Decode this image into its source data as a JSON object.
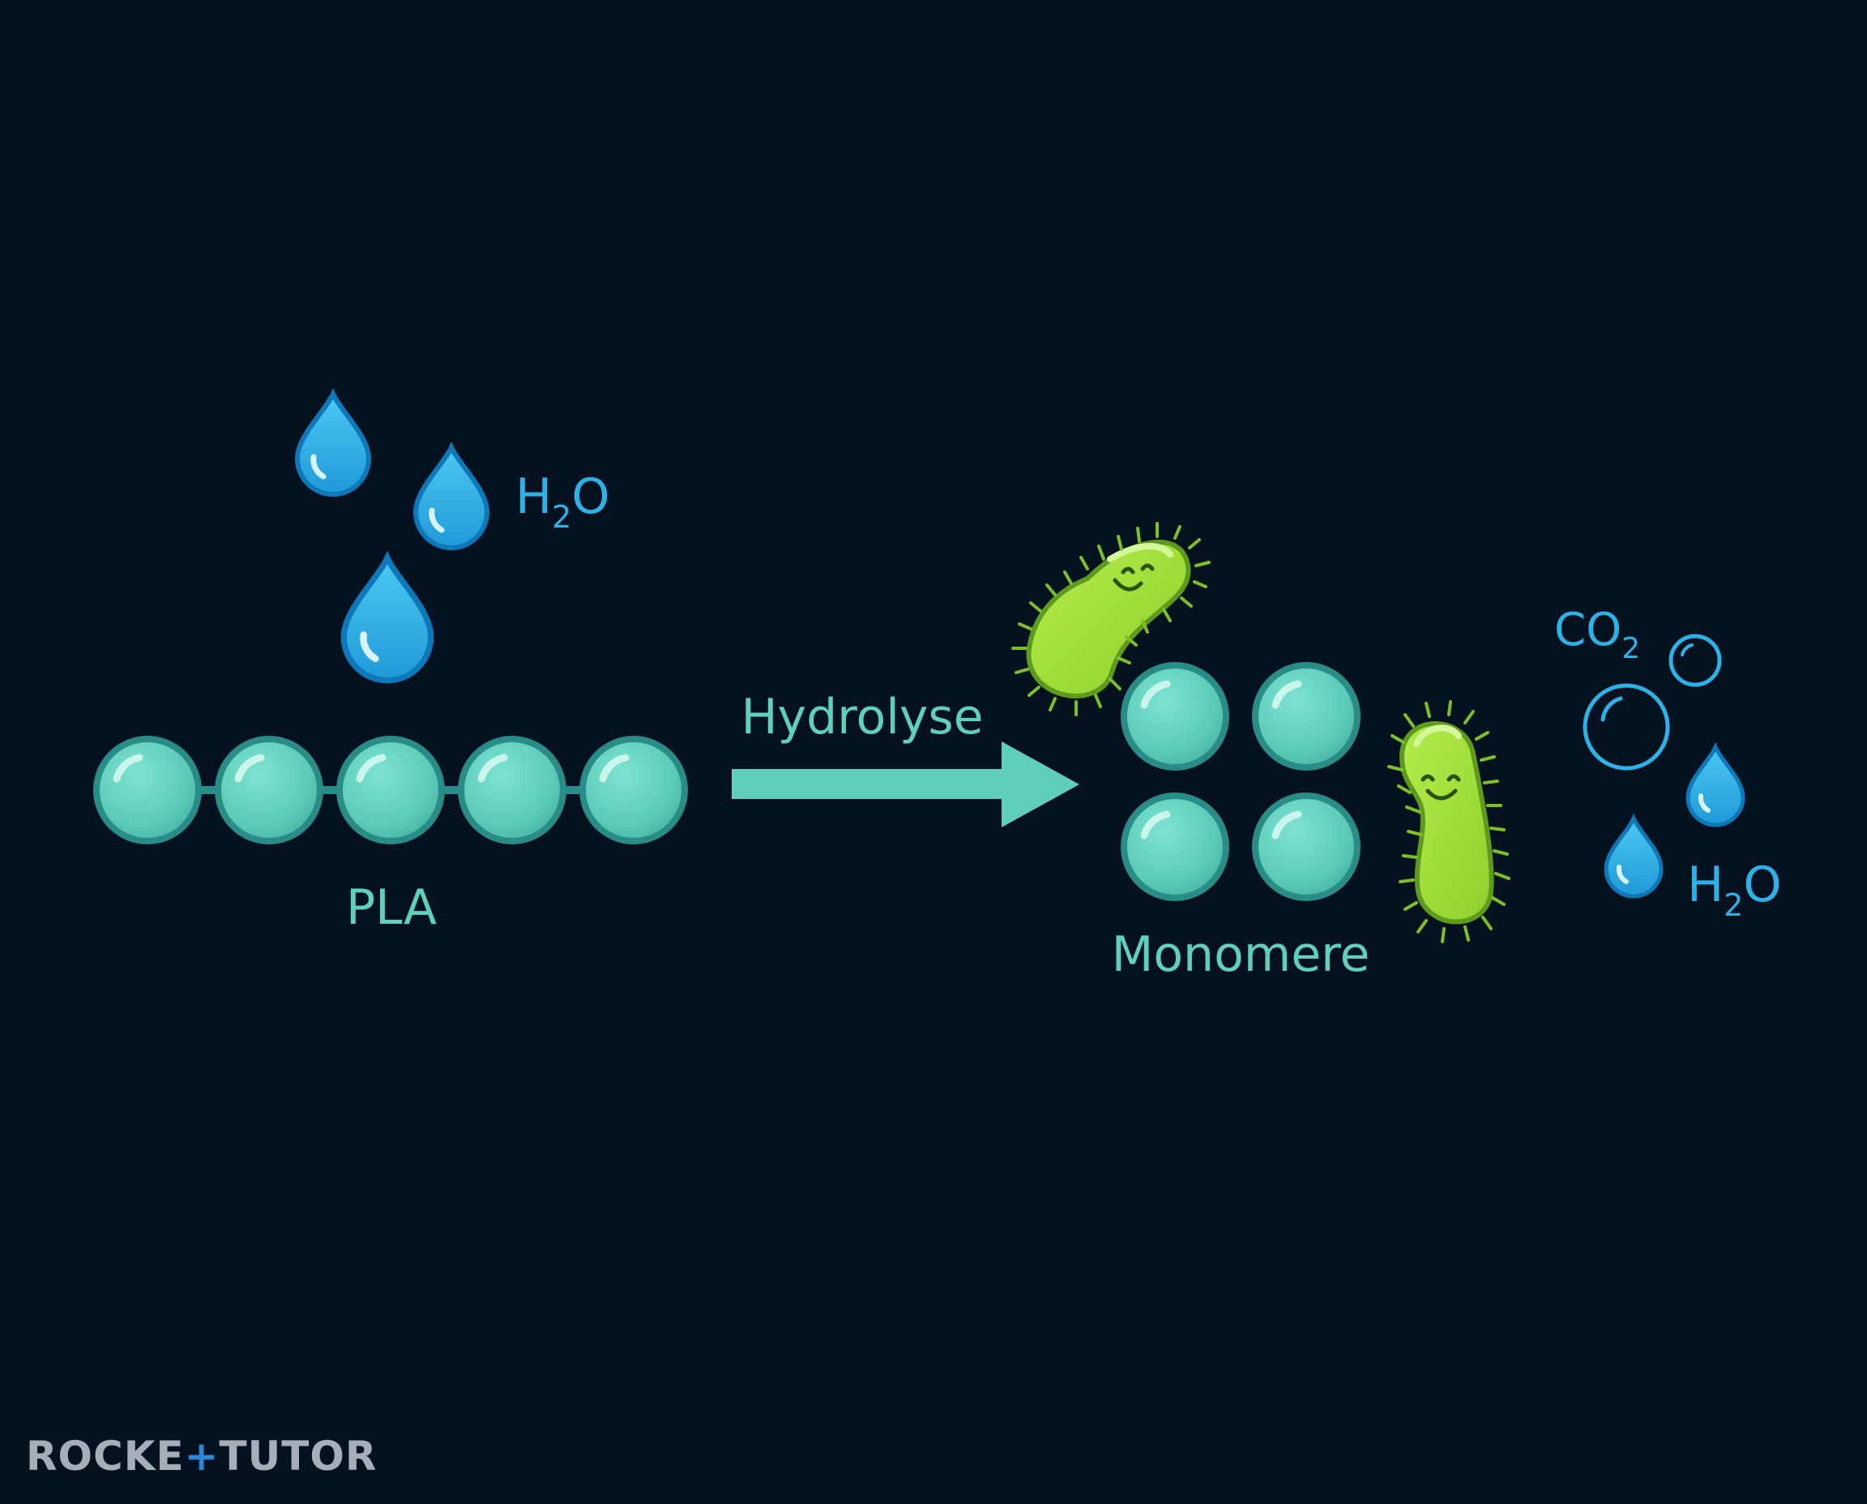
{
  "colors": {
    "background": "#03121e",
    "monomer": "#5fcfbc",
    "monomer_stroke": "#2a8c86",
    "water": "#2cb2e6",
    "bacteria": "#a4e23b",
    "label_teal": "#5fd0bd",
    "label_blue": "#2cb2e6"
  },
  "labels": {
    "water_top_main": "H",
    "water_top_sub": "2",
    "water_top_end": "O",
    "polymer": "PLA",
    "process": "Hydrolyse",
    "monomers": "Monomere",
    "co2_main": "CO",
    "co2_sub": "2",
    "water_right_main": "H",
    "water_right_sub": "2",
    "water_right_end": "O"
  },
  "logo": {
    "part1": "ROCKE",
    "part2": "+",
    "part3": "TUTO",
    "part4": "R"
  },
  "icons": [
    "water-drop-icon",
    "bacterium-icon",
    "gas-bubble-icon",
    "arrow-right-icon"
  ]
}
